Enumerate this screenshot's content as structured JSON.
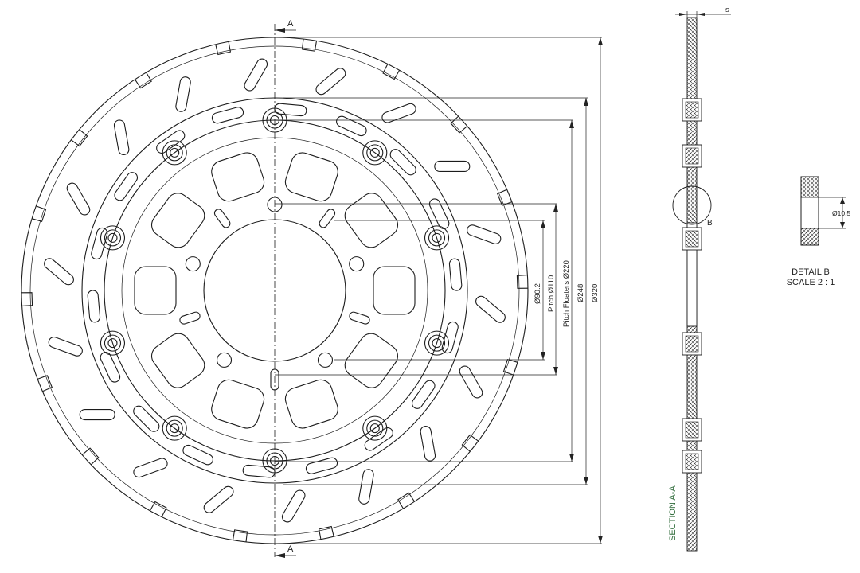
{
  "section_marker": "A",
  "dimensions": {
    "d_90_2": "Ø90.2",
    "d_110": "Pitch Ø110",
    "d_220": "Pitch Floaters Ø220",
    "d_248": "Ø248",
    "d_320": "Ø320",
    "s": "s",
    "d_10_5": "Ø10.5"
  },
  "callout_b": "B",
  "detail_b_title": "DETAIL B",
  "detail_b_scale": "SCALE 2 : 1",
  "section_label": "SECTION A-A",
  "colors": {
    "line": "#1c1c1c",
    "section_label": "#2f6b3a"
  }
}
